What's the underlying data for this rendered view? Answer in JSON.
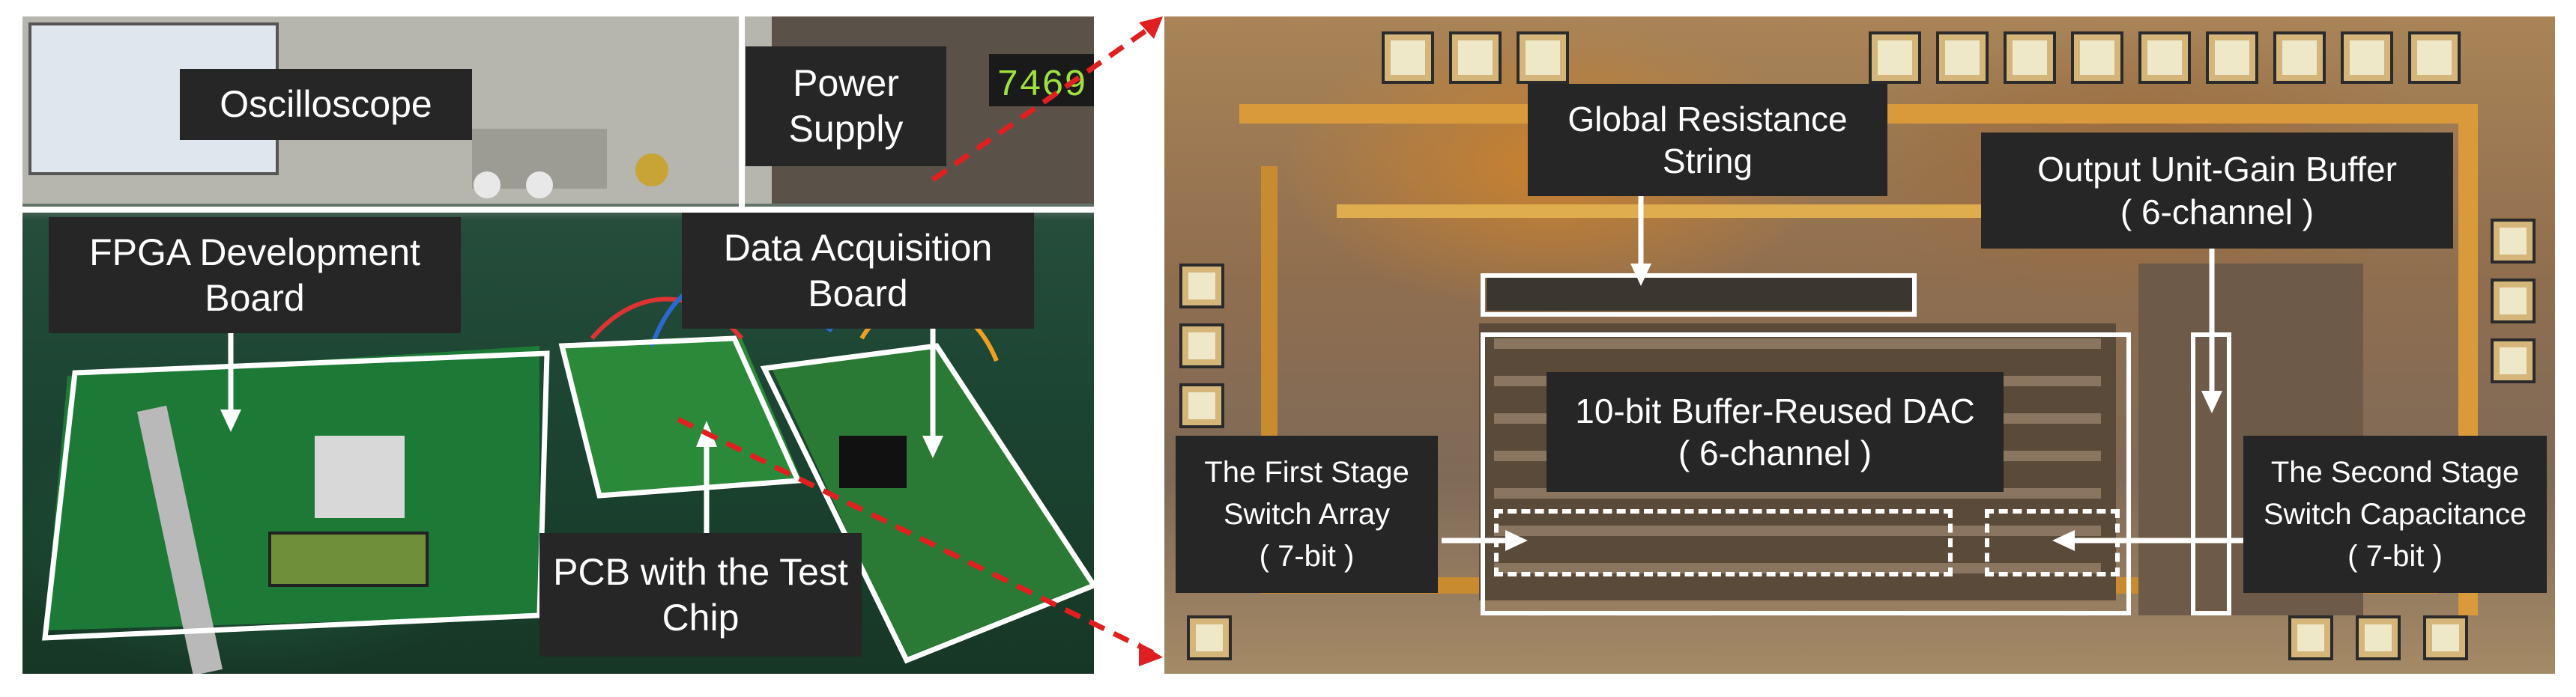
{
  "photo_panel": {
    "labels": {
      "oscilloscope": "Oscilloscope",
      "power_supply": "Power\nSupply",
      "fpga_board": "FPGA Development\nBoard",
      "daq_board": "Data Acquisition\nBoard",
      "pcb_chip": "PCB with the Test\nChip"
    },
    "meter_reading": "7469"
  },
  "die_panel": {
    "labels": {
      "resistance_string": "Global Resistance\nString",
      "output_buffer": "Output Unit-Gain Buffer\n( 6-channel )",
      "dac": "10-bit Buffer-Reused DAC\n( 6-channel )",
      "first_stage": "The First Stage\nSwitch Array\n( 7-bit )",
      "second_stage": "The Second Stage\nSwitch Capacitance\n( 7-bit )"
    }
  },
  "colors": {
    "label_bg": "#262626",
    "annotation": "#ffffff",
    "connector": "#e02020"
  }
}
